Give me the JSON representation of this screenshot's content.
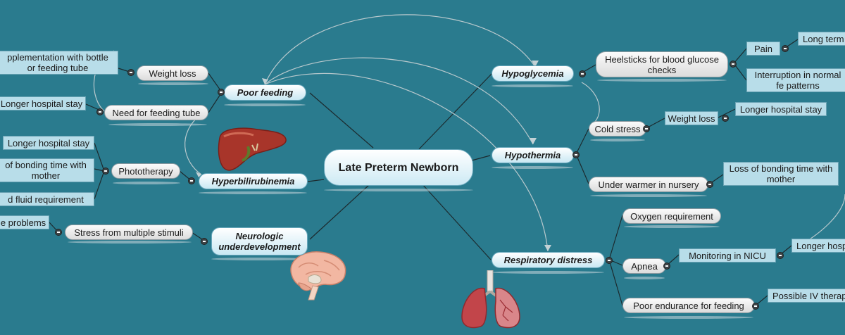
{
  "central": "Late Preterm Newborn",
  "topics": {
    "poor_feeding": "Poor feeding",
    "hyperbilirubinemia": "Hyperbilirubinemia",
    "neurologic": "Neurologic underdevelopment",
    "hypoglycemia": "Hypoglycemia",
    "hypothermia": "Hypothermia",
    "respiratory": "Respiratory distress"
  },
  "left": {
    "supplementation": "pplementation with bottle or feeding tube",
    "weight_loss": "Weight loss",
    "longer_stay_1": "Longer hospital stay",
    "feeding_tube": "Need for feeding tube",
    "longer_stay_2": "Longer hospital stay",
    "bonding_time": "of bonding time with mother",
    "phototherapy": "Phototherapy",
    "fluid_req": "d fluid requirement",
    "e_problems": "e problems",
    "stress": "Stress from multiple stimuli"
  },
  "right": {
    "heelsticks": "Heelsticks for blood glucose checks",
    "pain": "Pain",
    "long_term": "Long term",
    "interruption": "Interruption in normal fe patterns",
    "cold_stress": "Cold stress",
    "weight_loss": "Weight loss",
    "longer_stay_3": "Longer hospital stay",
    "under_warmer": "Under warmer in nursery",
    "loss_bonding": "Loss of bonding time with mother",
    "oxygen": "Oxygen requirement",
    "apnea": "Apnea",
    "monitoring": "Monitoring in NICU",
    "longer_hosp": "Longer hosp",
    "poor_endurance": "Poor endurance for feeding",
    "iv_therapy": "Possible IV therap"
  },
  "colors": {
    "background": "#2a7b8e",
    "topic": "#c9e8f3",
    "box": "#b8dde9",
    "pill": "#dcdcdc"
  },
  "icons": [
    "liver-icon",
    "brain-icon",
    "lungs-icon"
  ]
}
